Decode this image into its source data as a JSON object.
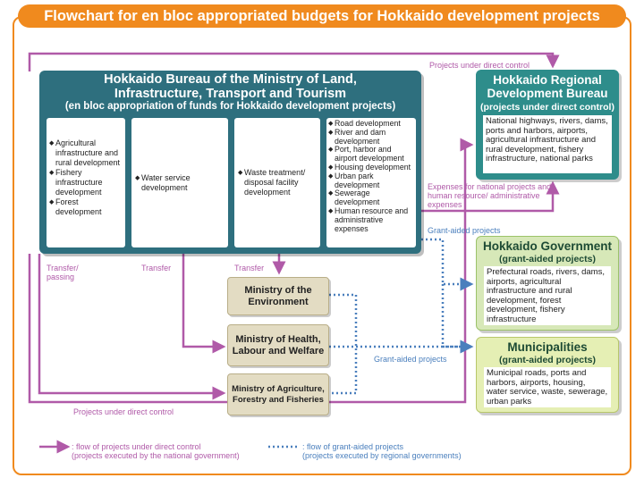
{
  "title": "Flowchart for en bloc appropriated budgets for Hokkaido development projects",
  "hbmlit": {
    "title": "Hokkaido Bureau of the Ministry of Land,\nInfrastructure, Transport and Tourism",
    "subtitle": "(en bloc appropriation of funds for Hokkaido development projects)",
    "col1": [
      "Agricultural infrastructure and rural development",
      "Fishery infrastructure development",
      "Forest development"
    ],
    "col2": "Water service development",
    "col3": "Waste treatment/ disposal facility development",
    "col4": [
      "Road development",
      "River and dam development",
      "Port, harbor and airport development",
      "Housing development",
      "Urban park development",
      "Sewerage development",
      "Human resource and administrative expenses"
    ]
  },
  "ministries": {
    "env": "Ministry of the Environment",
    "hlw": "Ministry of Health, Labour and Welfare",
    "aff": "Ministry of Agriculture, Forestry and Fisheries"
  },
  "hrdb": {
    "title": "Hokkaido Regional\nDevelopment Bureau",
    "subtitle": "(projects under direct control)",
    "body": "National highways, rivers, dams, ports and harbors, airports, agricultural infrastructure and rural development, fishery infrastructure, national parks"
  },
  "hgov": {
    "title": "Hokkaido Government",
    "subtitle": "(grant-aided projects)",
    "body": "Prefectural roads, rivers, dams, airports, agricultural infrastructure and rural development, forest development, fishery infrastructure"
  },
  "muni": {
    "title": "Municipalities",
    "subtitle": "(grant-aided projects)",
    "body": "Municipal roads, ports and harbors, airports, housing, water service, waste, sewerage, urban parks"
  },
  "labels": {
    "direct_top": "Projects under direct control",
    "expenses": "Expenses for national projects and human resource/ administrative expenses",
    "grant_top": "Grant-aided projects",
    "grant_mid": "Grant-aided projects",
    "transfer_passing": "Transfer/ passing",
    "transfer1": "Transfer",
    "transfer2": "Transfer",
    "direct_bottom": "Projects under direct control"
  },
  "legend": {
    "direct": ": flow of projects under direct control\n(projects executed by the national government)",
    "grant": ": flow of grant-aided projects\n(projects executed by regional governments)"
  },
  "colors": {
    "accent": "#f08a1e",
    "direct_flow": "#b05aa8",
    "grant_flow": "#4a7fbd",
    "bureau": "#2e6f7e",
    "hrdb": "#2e8d8b"
  }
}
